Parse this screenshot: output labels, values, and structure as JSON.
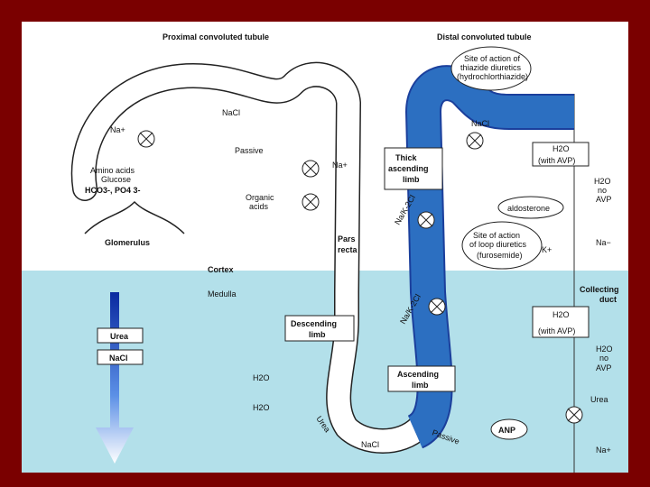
{
  "diagram": {
    "regions": {
      "cortex": "Cortex",
      "medulla": "Medulla"
    },
    "titles": {
      "proximal": "Proximal convoluted tubule",
      "distal": "Distal convoluted tubule"
    },
    "glomerulus": "Glomerulus",
    "pct_ions": {
      "na": "Na+",
      "nacl": "NaCl",
      "passive": "Passive",
      "amino": "Amino acids",
      "glucose": "Glucose",
      "hco3_po4": "HCO3-, PO4 3-",
      "organic1": "Organic",
      "organic2": "acids",
      "na_pump": "Na+"
    },
    "pars_recta": {
      "l1": "Pars",
      "l2": "recta"
    },
    "descending": {
      "l1": "Descending",
      "l2": "limb"
    },
    "ascending": {
      "l1": "Ascending",
      "l2": "limb"
    },
    "thick": {
      "l1": "Thick",
      "l2": "ascending",
      "l3": "limb"
    },
    "thiazide": {
      "l1": "Site of action of",
      "l2": "thiazide diuretics",
      "l3": "(hydrochlorthiazide)"
    },
    "loop": {
      "l1": "Site of action",
      "l2": "of loop diuretics",
      "l3": "(furosemide)"
    },
    "nkcc": "Na/K-2Cl",
    "nacl_top": "NaCl",
    "water": {
      "h2o": "H2O",
      "with_avp": "(with AVP)",
      "no_avp": "no",
      "avp": "AVP"
    },
    "aldosterone": "aldosterone",
    "k_plus": "K+",
    "na_minus": "Na−",
    "collecting": {
      "l1": "Collecting",
      "l2": "duct"
    },
    "legend": {
      "urea": "Urea",
      "nacl": "NaCl"
    },
    "bottom": {
      "urea_diag": "Urea",
      "passive": "Passive",
      "nacl": "NaCl"
    },
    "anp": "ANP",
    "urea_right": "Urea",
    "na_plus_right": "Na+",
    "colors": {
      "background": "#7a0000",
      "medulla": "#b3e0ea",
      "thick_limb": "#2c6fc1",
      "dark_blue": "#1b3f9c"
    }
  }
}
